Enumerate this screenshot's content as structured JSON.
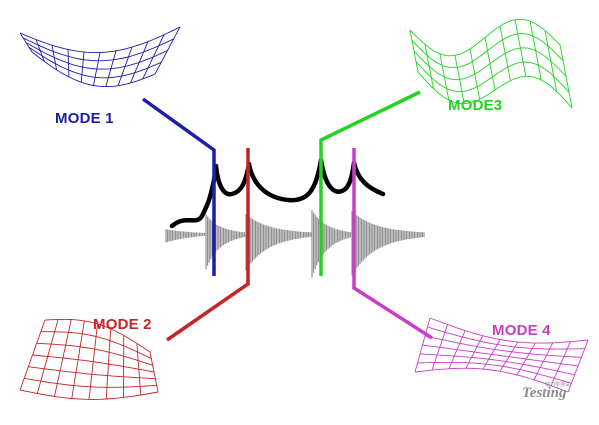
{
  "colors": {
    "mode1": "#1d1da8",
    "mode2": "#c42525",
    "mode3": "#22d422",
    "mode4": "#c83ec8",
    "frf": "#000000",
    "signal": "#8f8f8f",
    "watermark": "#8c8c8c"
  },
  "modes": [
    {
      "label": "MODE 1",
      "color_key": "mode1"
    },
    {
      "label": "MODE 2",
      "color_key": "mode2"
    },
    {
      "label": "MODE3",
      "color_key": "mode3"
    },
    {
      "label": "MODE 4",
      "color_key": "mode4"
    }
  ],
  "watermark": {
    "small_text": "动力学测试",
    "big_text": "Testing"
  }
}
